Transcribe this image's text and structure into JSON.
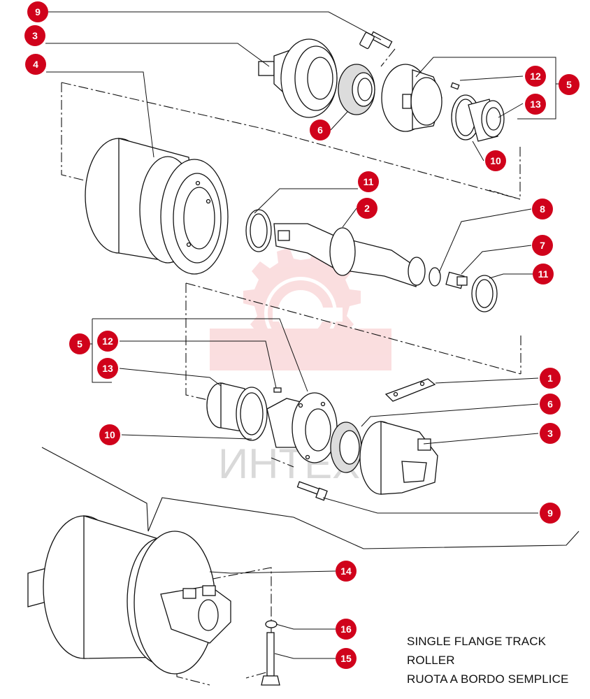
{
  "title": {
    "line1": "SINGLE FLANGE TRACK",
    "line2": "ROLLER",
    "line3": "RUOTA A BORDO SEMPLICE"
  },
  "watermark": {
    "text": "ИНТЕХ"
  },
  "colors": {
    "callout": "#d0021b",
    "callout_text": "#ffffff",
    "line": "#111111",
    "watermark": "#f3a9ad"
  },
  "callouts": [
    {
      "id": "c9a",
      "label": "9"
    },
    {
      "id": "c3a",
      "label": "3"
    },
    {
      "id": "c4",
      "label": "4"
    },
    {
      "id": "c12a",
      "label": "12"
    },
    {
      "id": "c5a",
      "label": "5"
    },
    {
      "id": "c13a",
      "label": "13"
    },
    {
      "id": "c6a",
      "label": "6"
    },
    {
      "id": "c10a",
      "label": "10"
    },
    {
      "id": "c11a",
      "label": "11"
    },
    {
      "id": "c2",
      "label": "2"
    },
    {
      "id": "c8",
      "label": "8"
    },
    {
      "id": "c7",
      "label": "7"
    },
    {
      "id": "c11b",
      "label": "11"
    },
    {
      "id": "c5b",
      "label": "5"
    },
    {
      "id": "c12b",
      "label": "12"
    },
    {
      "id": "c13b",
      "label": "13"
    },
    {
      "id": "c1",
      "label": "1"
    },
    {
      "id": "c6b",
      "label": "6"
    },
    {
      "id": "c10b",
      "label": "10"
    },
    {
      "id": "c3b",
      "label": "3"
    },
    {
      "id": "c9b",
      "label": "9"
    },
    {
      "id": "c14",
      "label": "14"
    },
    {
      "id": "c16",
      "label": "16"
    },
    {
      "id": "c15",
      "label": "15"
    }
  ]
}
